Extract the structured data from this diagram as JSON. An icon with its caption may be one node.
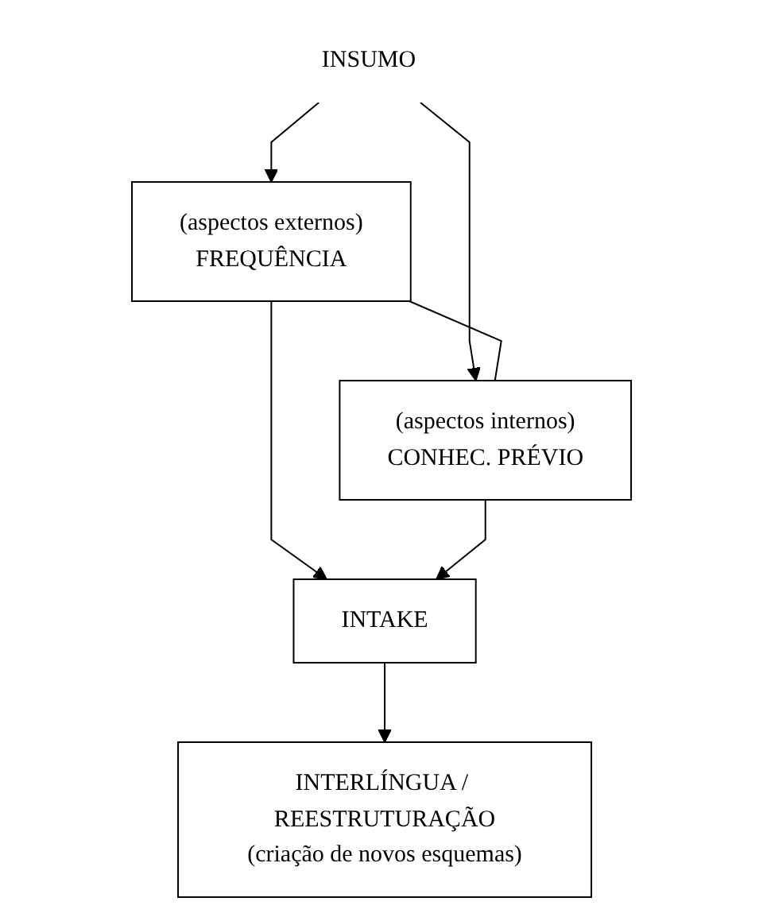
{
  "diagram": {
    "nodes": [
      {
        "text": [
          "INSUMO"
        ]
      },
      {
        "text": [
          "(aspectos externos)",
          "FREQUÊNCIA"
        ]
      },
      {
        "text": [
          "(aspectos internos)",
          "CONHEC. PRÉVIO"
        ]
      },
      {
        "text": [
          "INTAKE"
        ]
      },
      {
        "text": [
          "INTERLÍNGUA / REESTRUTURAÇÃO",
          "(criação de novos esquemas)"
        ]
      }
    ],
    "edges": [
      {
        "from": 0,
        "to": 1,
        "arrow": "to"
      },
      {
        "from": 0,
        "to": 2,
        "arrow": "to"
      },
      {
        "from": 1,
        "to": 2,
        "arrow": "none"
      },
      {
        "from": 1,
        "to": 3,
        "arrow": "to"
      },
      {
        "from": 2,
        "to": 3,
        "arrow": "to"
      },
      {
        "from": 3,
        "to": 4,
        "arrow": "to"
      }
    ]
  }
}
